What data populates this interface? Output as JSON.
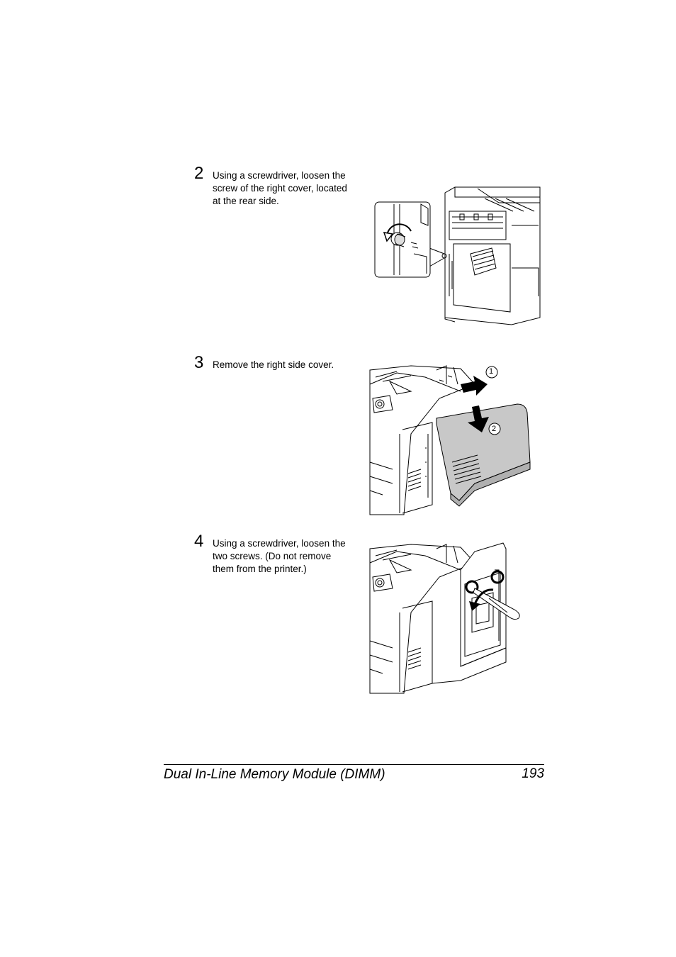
{
  "steps": [
    {
      "number": "2",
      "text": "Using a screwdriver, loosen the\nscrew of the right cover, located\nat the rear side."
    },
    {
      "number": "3",
      "text": "Remove the right side cover."
    },
    {
      "number": "4",
      "text": "Using a screwdriver, loosen the\ntwo screws. (Do not remove\nthem from the printer.)"
    }
  ],
  "callouts": {
    "one": "1",
    "two": "2"
  },
  "footer": {
    "title": "Dual In-Line Memory Module (DIMM)",
    "page": "193"
  },
  "colors": {
    "cover_gray": "#c8c8c8",
    "line": "#000000"
  }
}
